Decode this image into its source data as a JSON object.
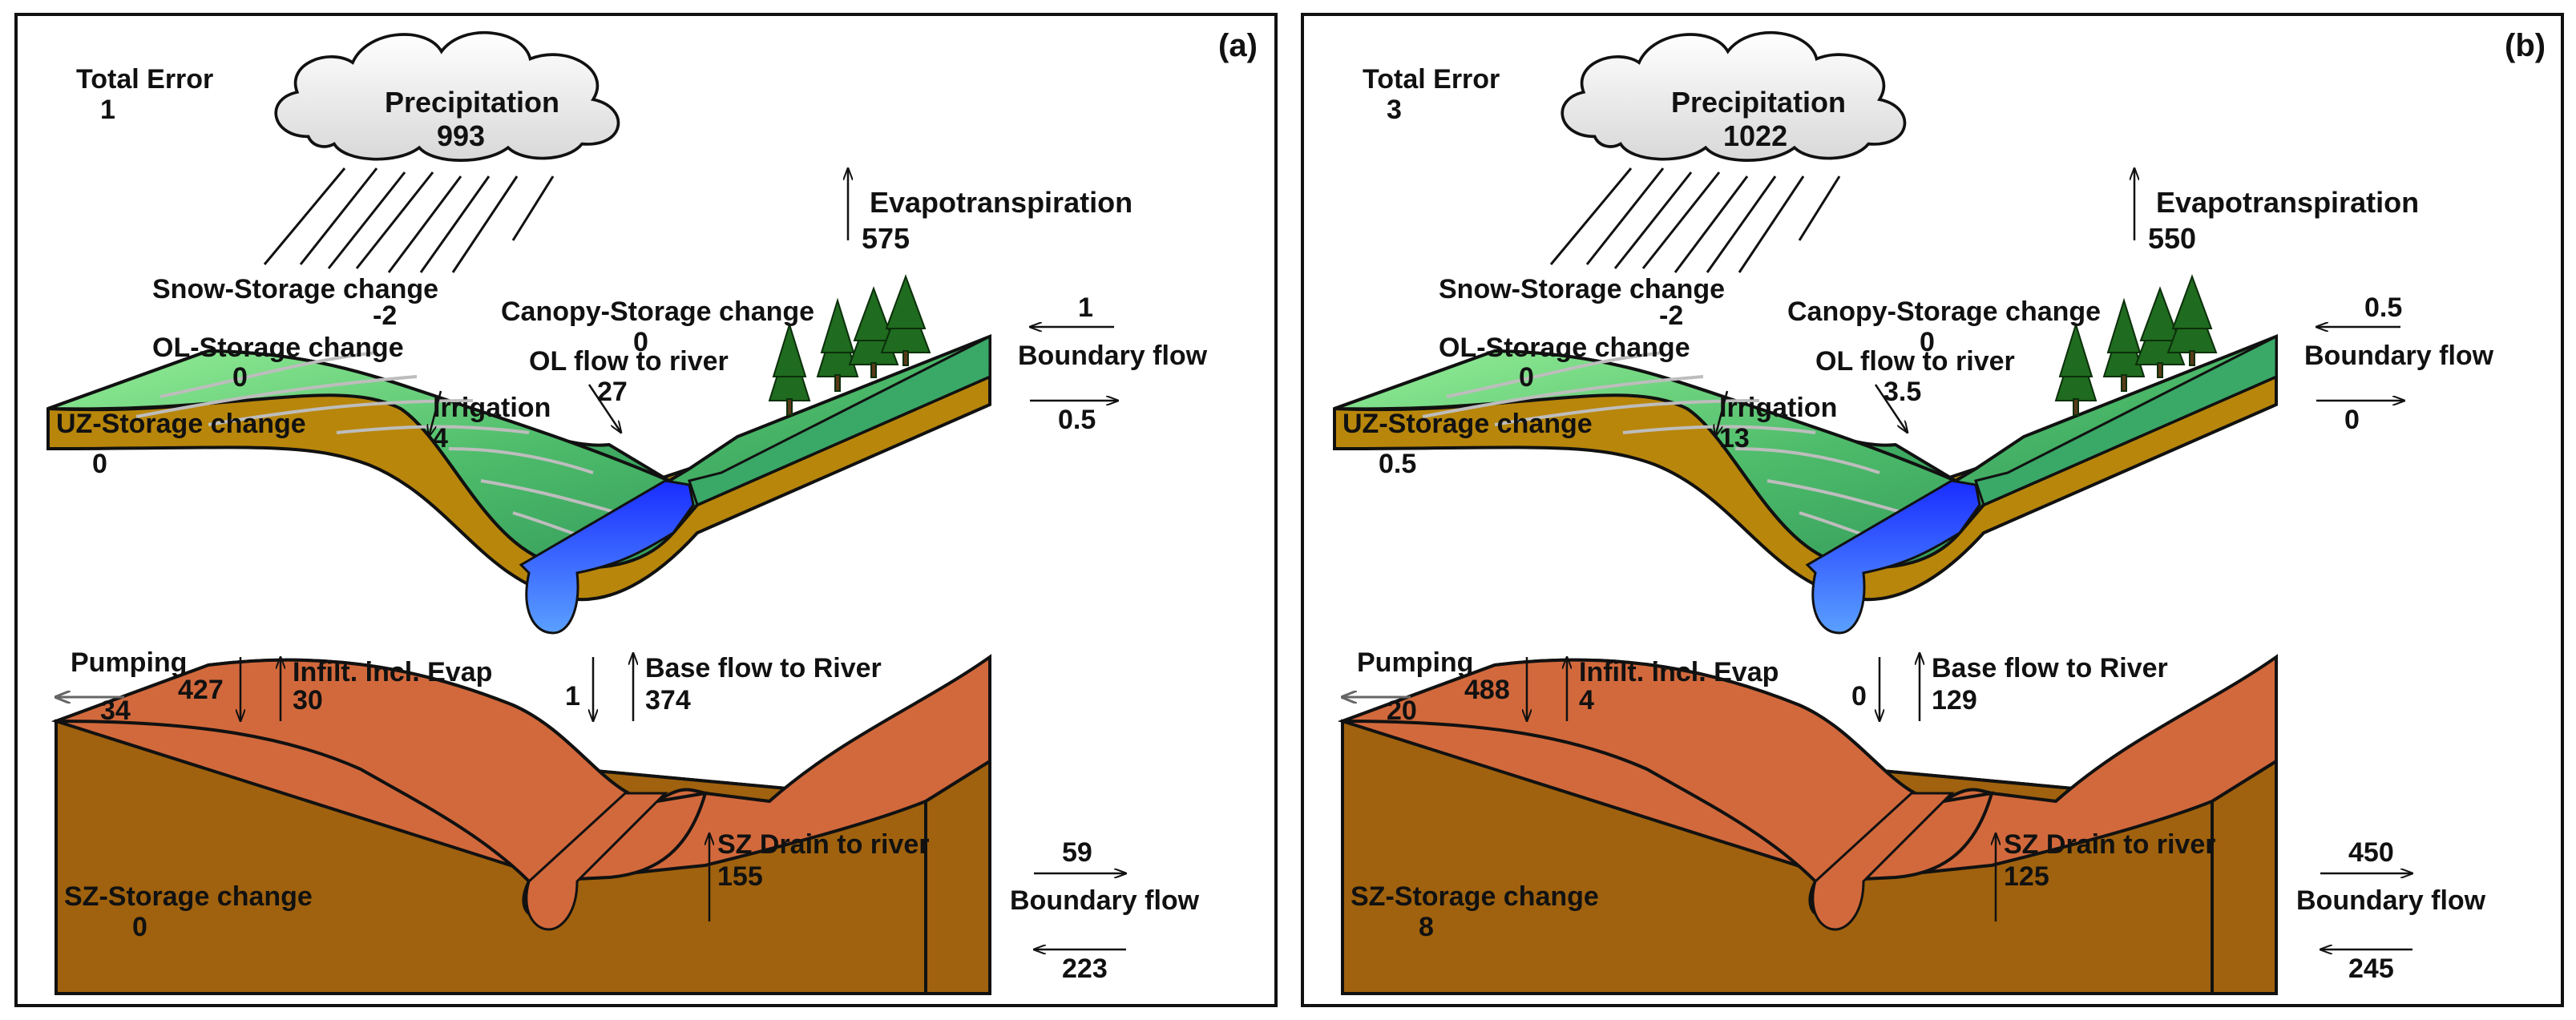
{
  "panels": [
    {
      "tag": "(a)",
      "total_error_label": "Total Error",
      "total_error_value": "1",
      "precipitation_label": "Precipitation",
      "precipitation_value": "993",
      "evapotranspiration_label": "Evapotranspiration",
      "evapotranspiration_value": "575",
      "snow_storage_label": "Snow-Storage change",
      "snow_storage_value": "-2",
      "canopy_storage_label": "Canopy-Storage change",
      "canopy_storage_value": "0",
      "ol_storage_label": "OL-Storage change",
      "ol_storage_value": "0",
      "ol_flow_label": "OL flow to river",
      "ol_flow_value": "27",
      "irrigation_label": "Irrigation",
      "irrigation_value": "4",
      "uz_storage_label": "UZ-Storage change",
      "uz_storage_value": "0",
      "boundary_flow_label": "Boundary flow",
      "boundary_in_value": "1",
      "boundary_out_value": "0.5",
      "pumping_label": "Pumping",
      "pumping_value": "34",
      "infilt_label": "Infilt. incl. Evap",
      "infilt_down_value": "427",
      "infilt_up_value": "30",
      "baseflow_label": "Base flow to River",
      "baseflow_left_value": "1",
      "baseflow_right_value": "374",
      "sz_drain_label": "SZ Drain to river",
      "sz_drain_value": "155",
      "sz_storage_label": "SZ-Storage change",
      "sz_storage_value": "0",
      "sz_boundary_label": "Boundary flow",
      "sz_boundary_out_value": "59",
      "sz_boundary_in_value": "223"
    },
    {
      "tag": "(b)",
      "total_error_label": "Total Error",
      "total_error_value": "3",
      "precipitation_label": "Precipitation",
      "precipitation_value": "1022",
      "evapotranspiration_label": "Evapotranspiration",
      "evapotranspiration_value": "550",
      "snow_storage_label": "Snow-Storage change",
      "snow_storage_value": "-2",
      "canopy_storage_label": "Canopy-Storage change",
      "canopy_storage_value": "0",
      "ol_storage_label": "OL-Storage change",
      "ol_storage_value": "0",
      "ol_flow_label": "OL flow to river",
      "ol_flow_value": "3.5",
      "irrigation_label": "Irrigation",
      "irrigation_value": "13",
      "uz_storage_label": "UZ-Storage change",
      "uz_storage_value": "0.5",
      "boundary_flow_label": "Boundary flow",
      "boundary_in_value": "0.5",
      "boundary_out_value": "0",
      "pumping_label": "Pumping",
      "pumping_value": "20",
      "infilt_label": "Infilt. incl. Evap",
      "infilt_down_value": "488",
      "infilt_up_value": "4",
      "baseflow_label": "Base flow to River",
      "baseflow_left_value": "0",
      "baseflow_right_value": "129",
      "sz_drain_label": "SZ Drain to river",
      "sz_drain_value": "125",
      "sz_storage_label": "SZ-Storage change",
      "sz_storage_value": "8",
      "sz_boundary_label": "Boundary flow",
      "sz_boundary_out_value": "450",
      "sz_boundary_in_value": "245"
    }
  ],
  "colors": {
    "surface_light": "#90EE90",
    "surface_dark": "#2E8B57",
    "uz_soil": "#B8860B",
    "sz_top": "#D2693C",
    "sz_side": "#A0620E",
    "water": "#1a36ff",
    "tree": "#1f6b1f"
  }
}
